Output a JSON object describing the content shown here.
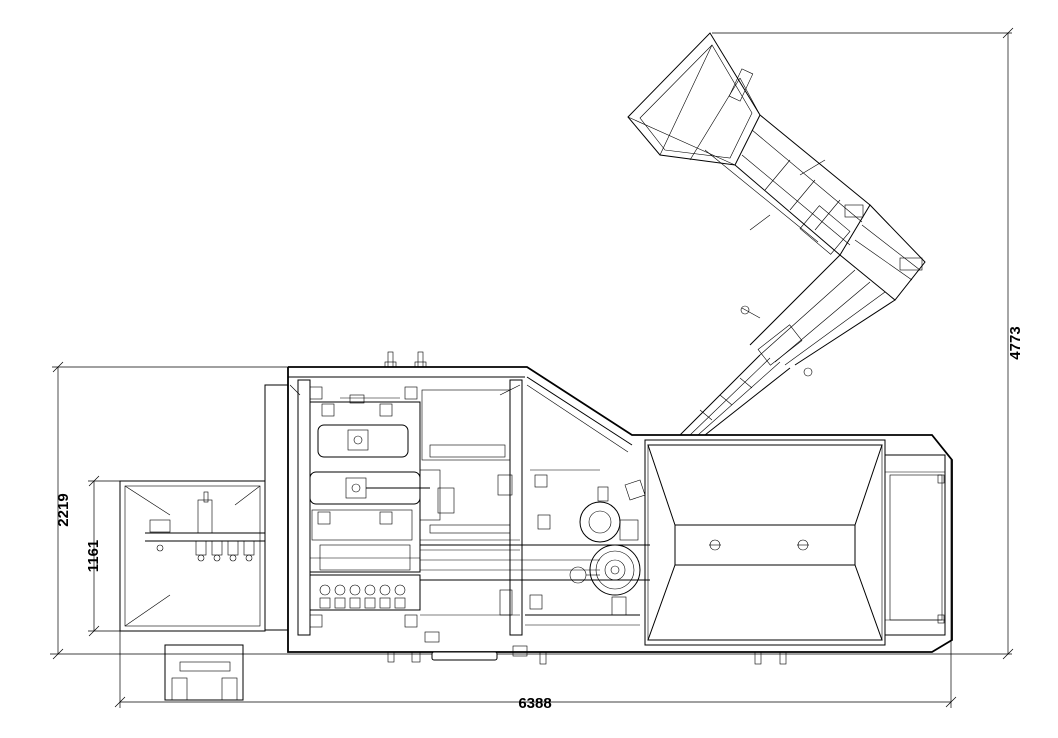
{
  "dimensions": {
    "total_height": "4773",
    "body_height": "2219",
    "inner_height": "1161",
    "total_width": "6388"
  }
}
